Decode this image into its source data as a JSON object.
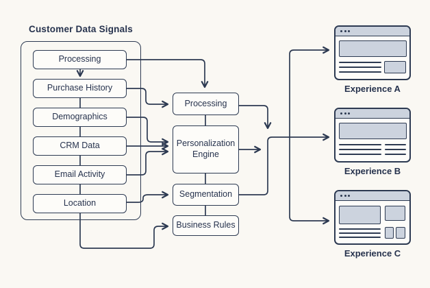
{
  "title": "Customer Data Signals",
  "sources": [
    {
      "label": "Processing"
    },
    {
      "label": "Purchase History"
    },
    {
      "label": "Demographics"
    },
    {
      "label": "CRM Data"
    },
    {
      "label": "Email Activity"
    },
    {
      "label": "Location"
    }
  ],
  "pipeline": [
    {
      "label": "Processing"
    },
    {
      "label": "Personalization Engine"
    },
    {
      "label": "Segmentation"
    },
    {
      "label": "Business Rules"
    }
  ],
  "experiences": [
    {
      "label": "Experience A"
    },
    {
      "label": "Experience B"
    },
    {
      "label": "Experience C"
    }
  ],
  "connections": [
    {
      "from": "Processing (source)",
      "to": "Purchase History"
    },
    {
      "from": "Processing (source)",
      "to": "Processing (pipeline)"
    },
    {
      "from": "Purchase History",
      "to": "Processing (pipeline)"
    },
    {
      "from": "Demographics",
      "to": "Personalization Engine"
    },
    {
      "from": "CRM Data",
      "to": "Personalization Engine"
    },
    {
      "from": "Email Activity",
      "to": "Personalization Engine"
    },
    {
      "from": "Location",
      "to": "Segmentation"
    },
    {
      "from": "Location",
      "to": "Business Rules"
    },
    {
      "from": "Processing (pipeline)",
      "to": "output bus"
    },
    {
      "from": "Personalization Engine",
      "to": "output bus"
    },
    {
      "from": "Segmentation",
      "to": "output bus"
    },
    {
      "from": "output bus",
      "to": "Experience A"
    },
    {
      "from": "output bus",
      "to": "Experience B"
    },
    {
      "from": "output bus",
      "to": "Experience C"
    }
  ],
  "colors": {
    "stroke": "#2c3951",
    "bg": "#faf8f3",
    "node_fill": "#fdfcf9",
    "gray_fill": "#ccd3de",
    "text": "#26324d"
  }
}
